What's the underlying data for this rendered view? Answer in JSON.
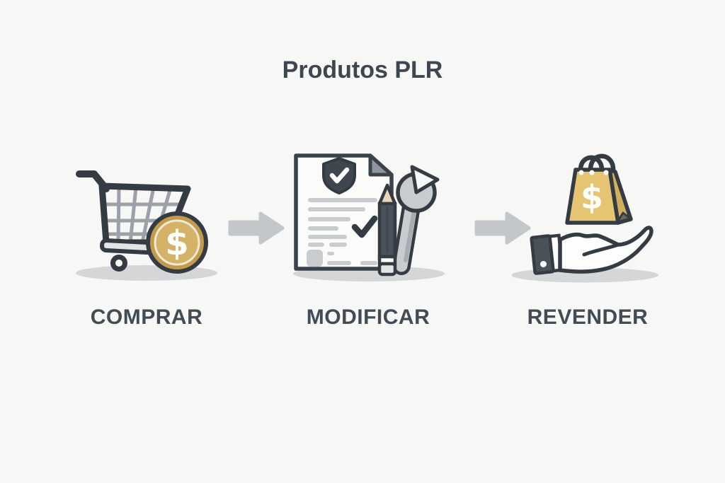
{
  "title": "Produtos PLR",
  "currency_symbol": "$",
  "steps": [
    {
      "label": "COMPRAR",
      "icon": "shopping-cart-with-dollar-coin"
    },
    {
      "label": "MODIFICAR",
      "icon": "document-checklist-pencil-wrench"
    },
    {
      "label": "REVENDER",
      "icon": "hand-holding-shopping-bag"
    }
  ],
  "connector": "right-arrow",
  "colors": {
    "background": "#F7F7F5",
    "title_text": "#3E4650",
    "label_text": "#434B55",
    "outline_dark": "#343B43",
    "arrow_gray": "#C4C7CA",
    "shadow_gray": "#D4D6D8",
    "coin_gold_outer": "#C39C4B",
    "coin_gold_inner": "#D4B267",
    "bag_gold_front": "#E5C472",
    "bag_gold_side": "#D2AF5C",
    "doc_line_gray": "#C9CCCF",
    "tool_gray": "#C9CCCF",
    "pencil_body": "#4A525C",
    "pencil_wood": "#E9D6B8"
  }
}
